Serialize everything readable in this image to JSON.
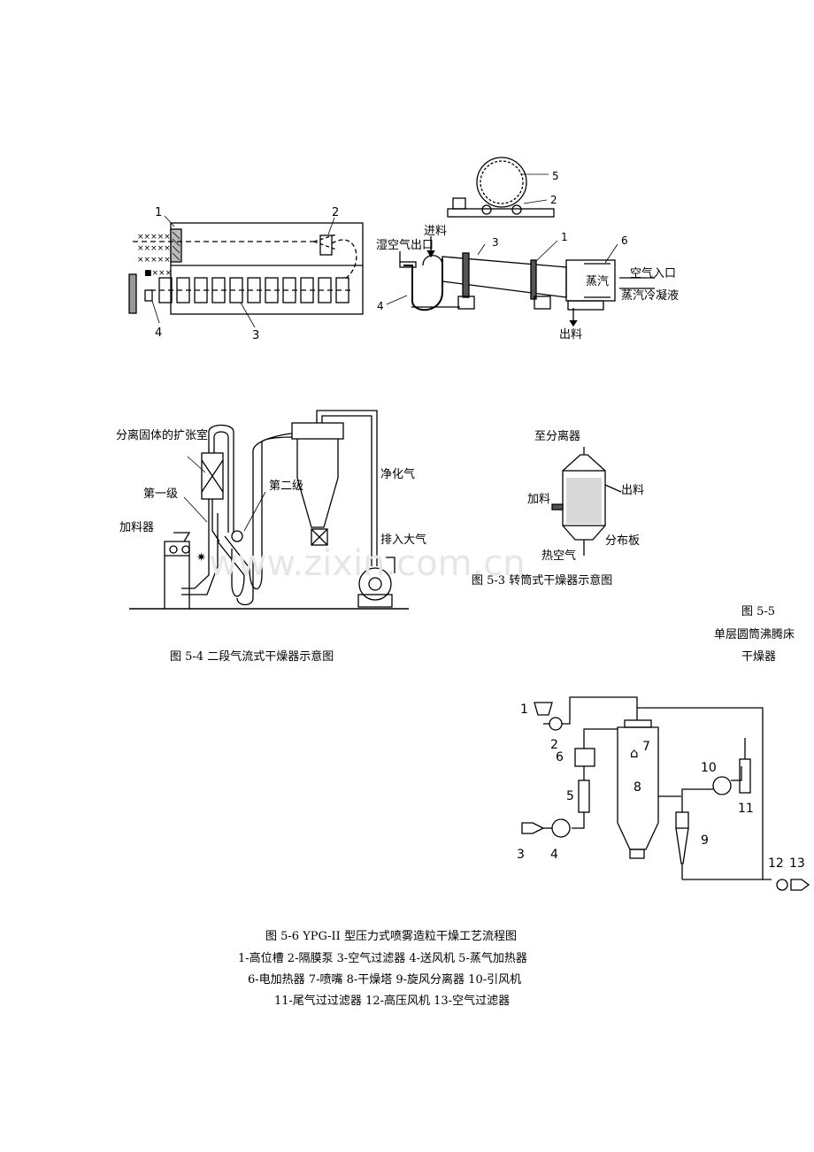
{
  "fig_tunnel": {
    "n1": "1",
    "n2": "2",
    "n3": "3",
    "n4": "4"
  },
  "fig_rotary": {
    "n1": "1",
    "n2": "2",
    "n3": "3",
    "n4": "4",
    "n5": "5",
    "n6": "6",
    "wet_air_outlet": "湿空气出口",
    "feed_in": "进料",
    "air_inlet": "空气入口",
    "steam": "蒸汽",
    "condensate": "蒸汽冷凝液",
    "discharge": "出料"
  },
  "fig_5_4": {
    "expansion_chamber": "分离固体的扩张室",
    "stage1": "第一级",
    "stage2": "第二级",
    "feeder": "加料器",
    "clean_gas": "净化气",
    "to_atmosphere": "排入大气",
    "caption": "图 5-4  二段气流式干燥器示意图"
  },
  "fig_5_3": {
    "to_separator": "至分离器",
    "feed": "加料",
    "discharge": "出料",
    "hot_air": "热空气",
    "distributor": "分布板",
    "caption": "图 5-3  转筒式干燥器示意图"
  },
  "watermark": "www.zixin.com.cn",
  "fig_5_5": {
    "line1": "图 5-5",
    "line2": "单层圆筒沸腾床",
    "line3": "干燥器"
  },
  "fig_5_6": {
    "n1": "1",
    "n2": "2",
    "n3": "3",
    "n4": "4",
    "n5": "5",
    "n6": "6",
    "n7": "7",
    "n8": "8",
    "n9": "9",
    "n10": "10",
    "n11": "11",
    "n12": "12",
    "n13": "13",
    "caption": "图 5-6 YPG-II 型压力式喷雾造粒干燥工艺流程图",
    "legend_line1": "1-高位槽 2-隔膜泵 3-空气过滤器 4-送风机 5-蒸气加热器",
    "legend_line2": "6-电加热器 7-喷嘴 8-干燥塔 9-旋风分离器 10-引风机",
    "legend_line3": "11-尾气过过滤器 12-高压风机 13-空气过滤器"
  }
}
